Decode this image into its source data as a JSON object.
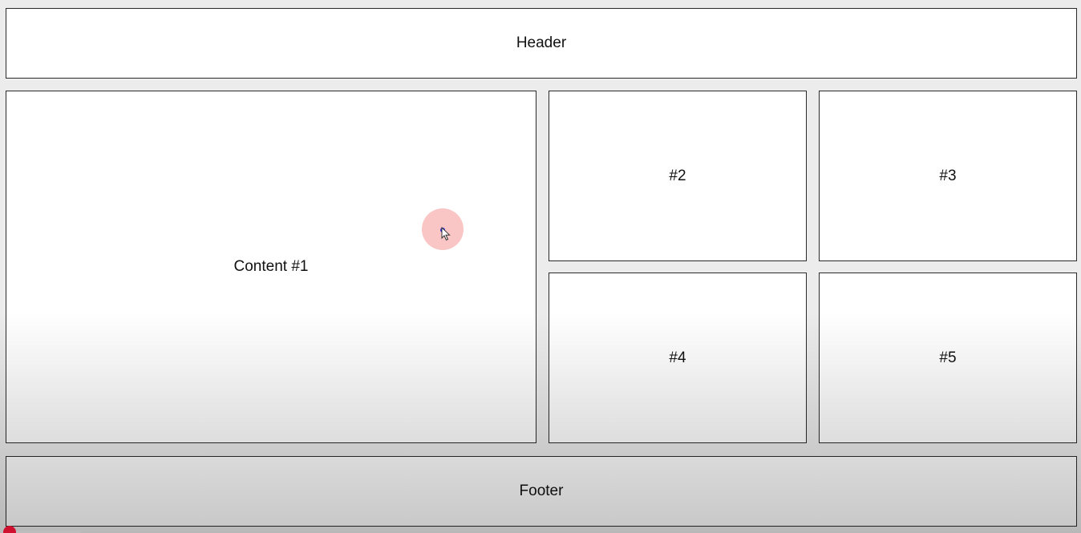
{
  "layout": {
    "header_label": "Header",
    "content_label": "Content #1",
    "box2_label": "#2",
    "box3_label": "#3",
    "box4_label": "#4",
    "box5_label": "#5",
    "footer_label": "Footer"
  },
  "overlay": {
    "cursor_halo_color": "#f69696",
    "cursor_dot_color": "#2b2bd8",
    "progress_color": "#d0102f"
  }
}
